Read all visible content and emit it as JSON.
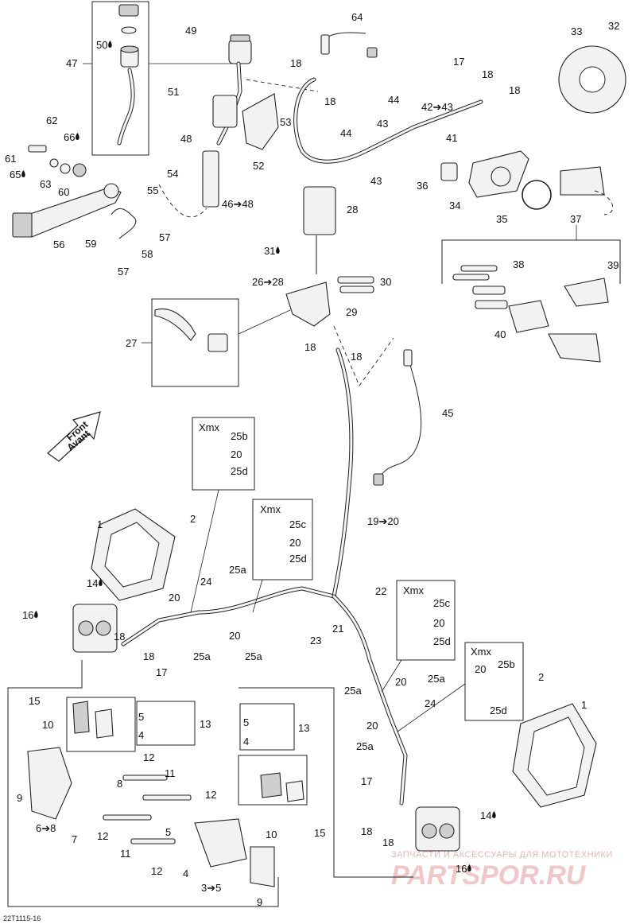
{
  "diagram_code": "22T1115-16",
  "watermark": {
    "line1": "ЗАПЧАСТИ И АКСЕССУАРЫ ДЛЯ МОТОТЕХНИКИ",
    "line2": "PARTSPOR.RU"
  },
  "front_arrow": {
    "line1": "Front",
    "line2": "Avant"
  },
  "callouts": [
    {
      "id": "c64",
      "text": "64"
    },
    {
      "id": "c49",
      "text": "49"
    },
    {
      "id": "c50",
      "text": "50"
    },
    {
      "id": "c47",
      "text": "47"
    },
    {
      "id": "c18a",
      "text": "18"
    },
    {
      "id": "c18b",
      "text": "18"
    },
    {
      "id": "c51",
      "text": "51"
    },
    {
      "id": "c53",
      "text": "53"
    },
    {
      "id": "c52",
      "text": "52"
    },
    {
      "id": "c48",
      "text": "48"
    },
    {
      "id": "c54",
      "text": "54"
    },
    {
      "id": "c55",
      "text": "55"
    },
    {
      "id": "c46",
      "text": "46➔48"
    },
    {
      "id": "c62",
      "text": "62"
    },
    {
      "id": "c66",
      "text": "66"
    },
    {
      "id": "c61",
      "text": "61"
    },
    {
      "id": "c65",
      "text": "65"
    },
    {
      "id": "c63",
      "text": "63"
    },
    {
      "id": "c60",
      "text": "60"
    },
    {
      "id": "c56",
      "text": "56"
    },
    {
      "id": "c59",
      "text": "59"
    },
    {
      "id": "c57a",
      "text": "57"
    },
    {
      "id": "c58",
      "text": "58"
    },
    {
      "id": "c57b",
      "text": "57"
    },
    {
      "id": "c44a",
      "text": "44"
    },
    {
      "id": "c42",
      "text": "42➔43"
    },
    {
      "id": "c43a",
      "text": "43"
    },
    {
      "id": "c44b",
      "text": "44"
    },
    {
      "id": "c43b",
      "text": "43"
    },
    {
      "id": "c17a",
      "text": "17"
    },
    {
      "id": "c18c",
      "text": "18"
    },
    {
      "id": "c18d",
      "text": "18"
    },
    {
      "id": "c33",
      "text": "33"
    },
    {
      "id": "c32",
      "text": "32"
    },
    {
      "id": "c41",
      "text": "41"
    },
    {
      "id": "c36",
      "text": "36"
    },
    {
      "id": "c34",
      "text": "34"
    },
    {
      "id": "c35",
      "text": "35"
    },
    {
      "id": "c37",
      "text": "37"
    },
    {
      "id": "c28",
      "text": "28"
    },
    {
      "id": "c31",
      "text": "31"
    },
    {
      "id": "c26",
      "text": "26➔28"
    },
    {
      "id": "c30",
      "text": "30"
    },
    {
      "id": "c29",
      "text": "29"
    },
    {
      "id": "c18e",
      "text": "18"
    },
    {
      "id": "c18f",
      "text": "18"
    },
    {
      "id": "c27",
      "text": "27"
    },
    {
      "id": "c38",
      "text": "38"
    },
    {
      "id": "c39",
      "text": "39"
    },
    {
      "id": "c40",
      "text": "40"
    },
    {
      "id": "c45",
      "text": "45"
    },
    {
      "id": "c19",
      "text": "19➔20"
    },
    {
      "id": "c1a",
      "text": "1"
    },
    {
      "id": "c2a",
      "text": "2"
    },
    {
      "id": "c14a",
      "text": "14"
    },
    {
      "id": "c16a",
      "text": "16"
    },
    {
      "id": "c24a",
      "text": "24"
    },
    {
      "id": "c25aa",
      "text": "25a"
    },
    {
      "id": "c20a",
      "text": "20"
    },
    {
      "id": "c20b",
      "text": "20"
    },
    {
      "id": "c25ab",
      "text": "25a"
    },
    {
      "id": "c25ac",
      "text": "25a"
    },
    {
      "id": "c18g",
      "text": "18"
    },
    {
      "id": "c18h",
      "text": "18"
    },
    {
      "id": "c17b",
      "text": "17"
    },
    {
      "id": "c22",
      "text": "22"
    },
    {
      "id": "c23",
      "text": "23"
    },
    {
      "id": "c21",
      "text": "21"
    },
    {
      "id": "c25ad",
      "text": "25a"
    },
    {
      "id": "c20c",
      "text": "20"
    },
    {
      "id": "c25ae",
      "text": "25a"
    },
    {
      "id": "c24b",
      "text": "24"
    },
    {
      "id": "c20d",
      "text": "20"
    },
    {
      "id": "c25af",
      "text": "25a"
    },
    {
      "id": "c2b",
      "text": "2"
    },
    {
      "id": "c1b",
      "text": "1"
    },
    {
      "id": "c15a",
      "text": "15"
    },
    {
      "id": "c10a",
      "text": "10"
    },
    {
      "id": "c5a",
      "text": "5"
    },
    {
      "id": "c4a",
      "text": "4"
    },
    {
      "id": "c13a",
      "text": "13"
    },
    {
      "id": "c5b",
      "text": "5"
    },
    {
      "id": "c4b",
      "text": "4"
    },
    {
      "id": "c13b",
      "text": "13"
    },
    {
      "id": "c12a",
      "text": "12"
    },
    {
      "id": "c11a",
      "text": "11"
    },
    {
      "id": "c12b",
      "text": "12"
    },
    {
      "id": "c8",
      "text": "8"
    },
    {
      "id": "c9a",
      "text": "9"
    },
    {
      "id": "c6",
      "text": "6➔8"
    },
    {
      "id": "c7",
      "text": "7"
    },
    {
      "id": "c12c",
      "text": "12"
    },
    {
      "id": "c11b",
      "text": "11"
    },
    {
      "id": "c5c",
      "text": "5"
    },
    {
      "id": "c12d",
      "text": "12"
    },
    {
      "id": "c4c",
      "text": "4"
    },
    {
      "id": "c3",
      "text": "3➔5"
    },
    {
      "id": "c9b",
      "text": "9"
    },
    {
      "id": "c10b",
      "text": "10"
    },
    {
      "id": "c15b",
      "text": "15"
    },
    {
      "id": "c17c",
      "text": "17"
    },
    {
      "id": "c18i",
      "text": "18"
    },
    {
      "id": "c18j",
      "text": "18"
    },
    {
      "id": "c14b",
      "text": "14"
    },
    {
      "id": "c16b",
      "text": "16"
    }
  ],
  "xmx_boxes": [
    {
      "title": "Xmx",
      "labels": [
        "25b",
        "20",
        "25d"
      ]
    },
    {
      "title": "Xmx",
      "labels": [
        "25c",
        "20",
        "25d"
      ]
    },
    {
      "title": "Xmx",
      "labels": [
        "25c",
        "20",
        "25d"
      ]
    },
    {
      "title": "Xmx",
      "labels": [
        "20",
        "25b",
        "25d"
      ]
    }
  ]
}
